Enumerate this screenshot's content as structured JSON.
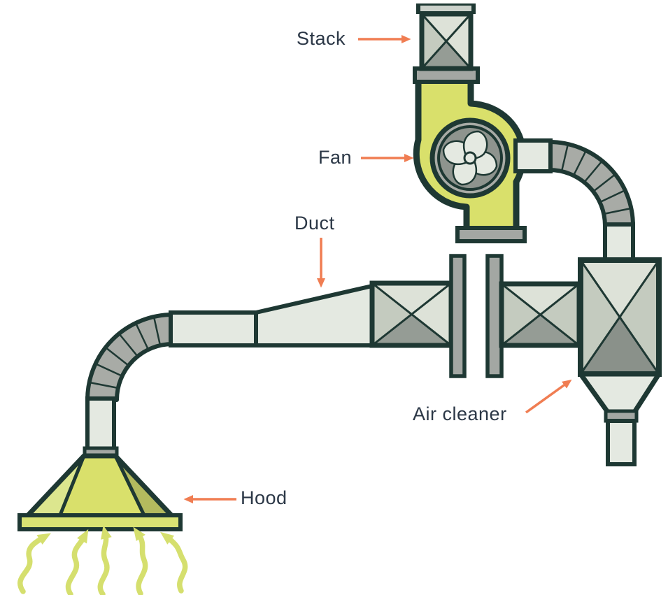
{
  "labels": {
    "stack": "Stack",
    "fan": "Fan",
    "duct": "Duct",
    "air_cleaner": "Air cleaner",
    "hood": "Hood"
  },
  "icons": {
    "fan_wheel": "fan-blade-icon",
    "air_flow": "airflow-wavy-arrows"
  },
  "colors": {
    "outline": "#1e3833",
    "label_text": "#2b3746",
    "arrow": "#f07d52",
    "machine_yellow": "#d9e06b",
    "hood_left_facet": "#dce68e",
    "hood_right_facet": "#b3ba5e",
    "hood_base": "#d9e373",
    "duct_light": "#e4e9e1",
    "panel_light": "#dde2d8",
    "panel_medium": "#c4cbbf",
    "panel_dark": "#959c95",
    "panel_darker": "#8a918a",
    "elbow_gray": "#a8aba6",
    "flange_gray": "#a3a7a3",
    "airflow_green": "#d5df6e",
    "cap_inner": "#ccd2cb",
    "wheel_gray": "#8e948e"
  }
}
